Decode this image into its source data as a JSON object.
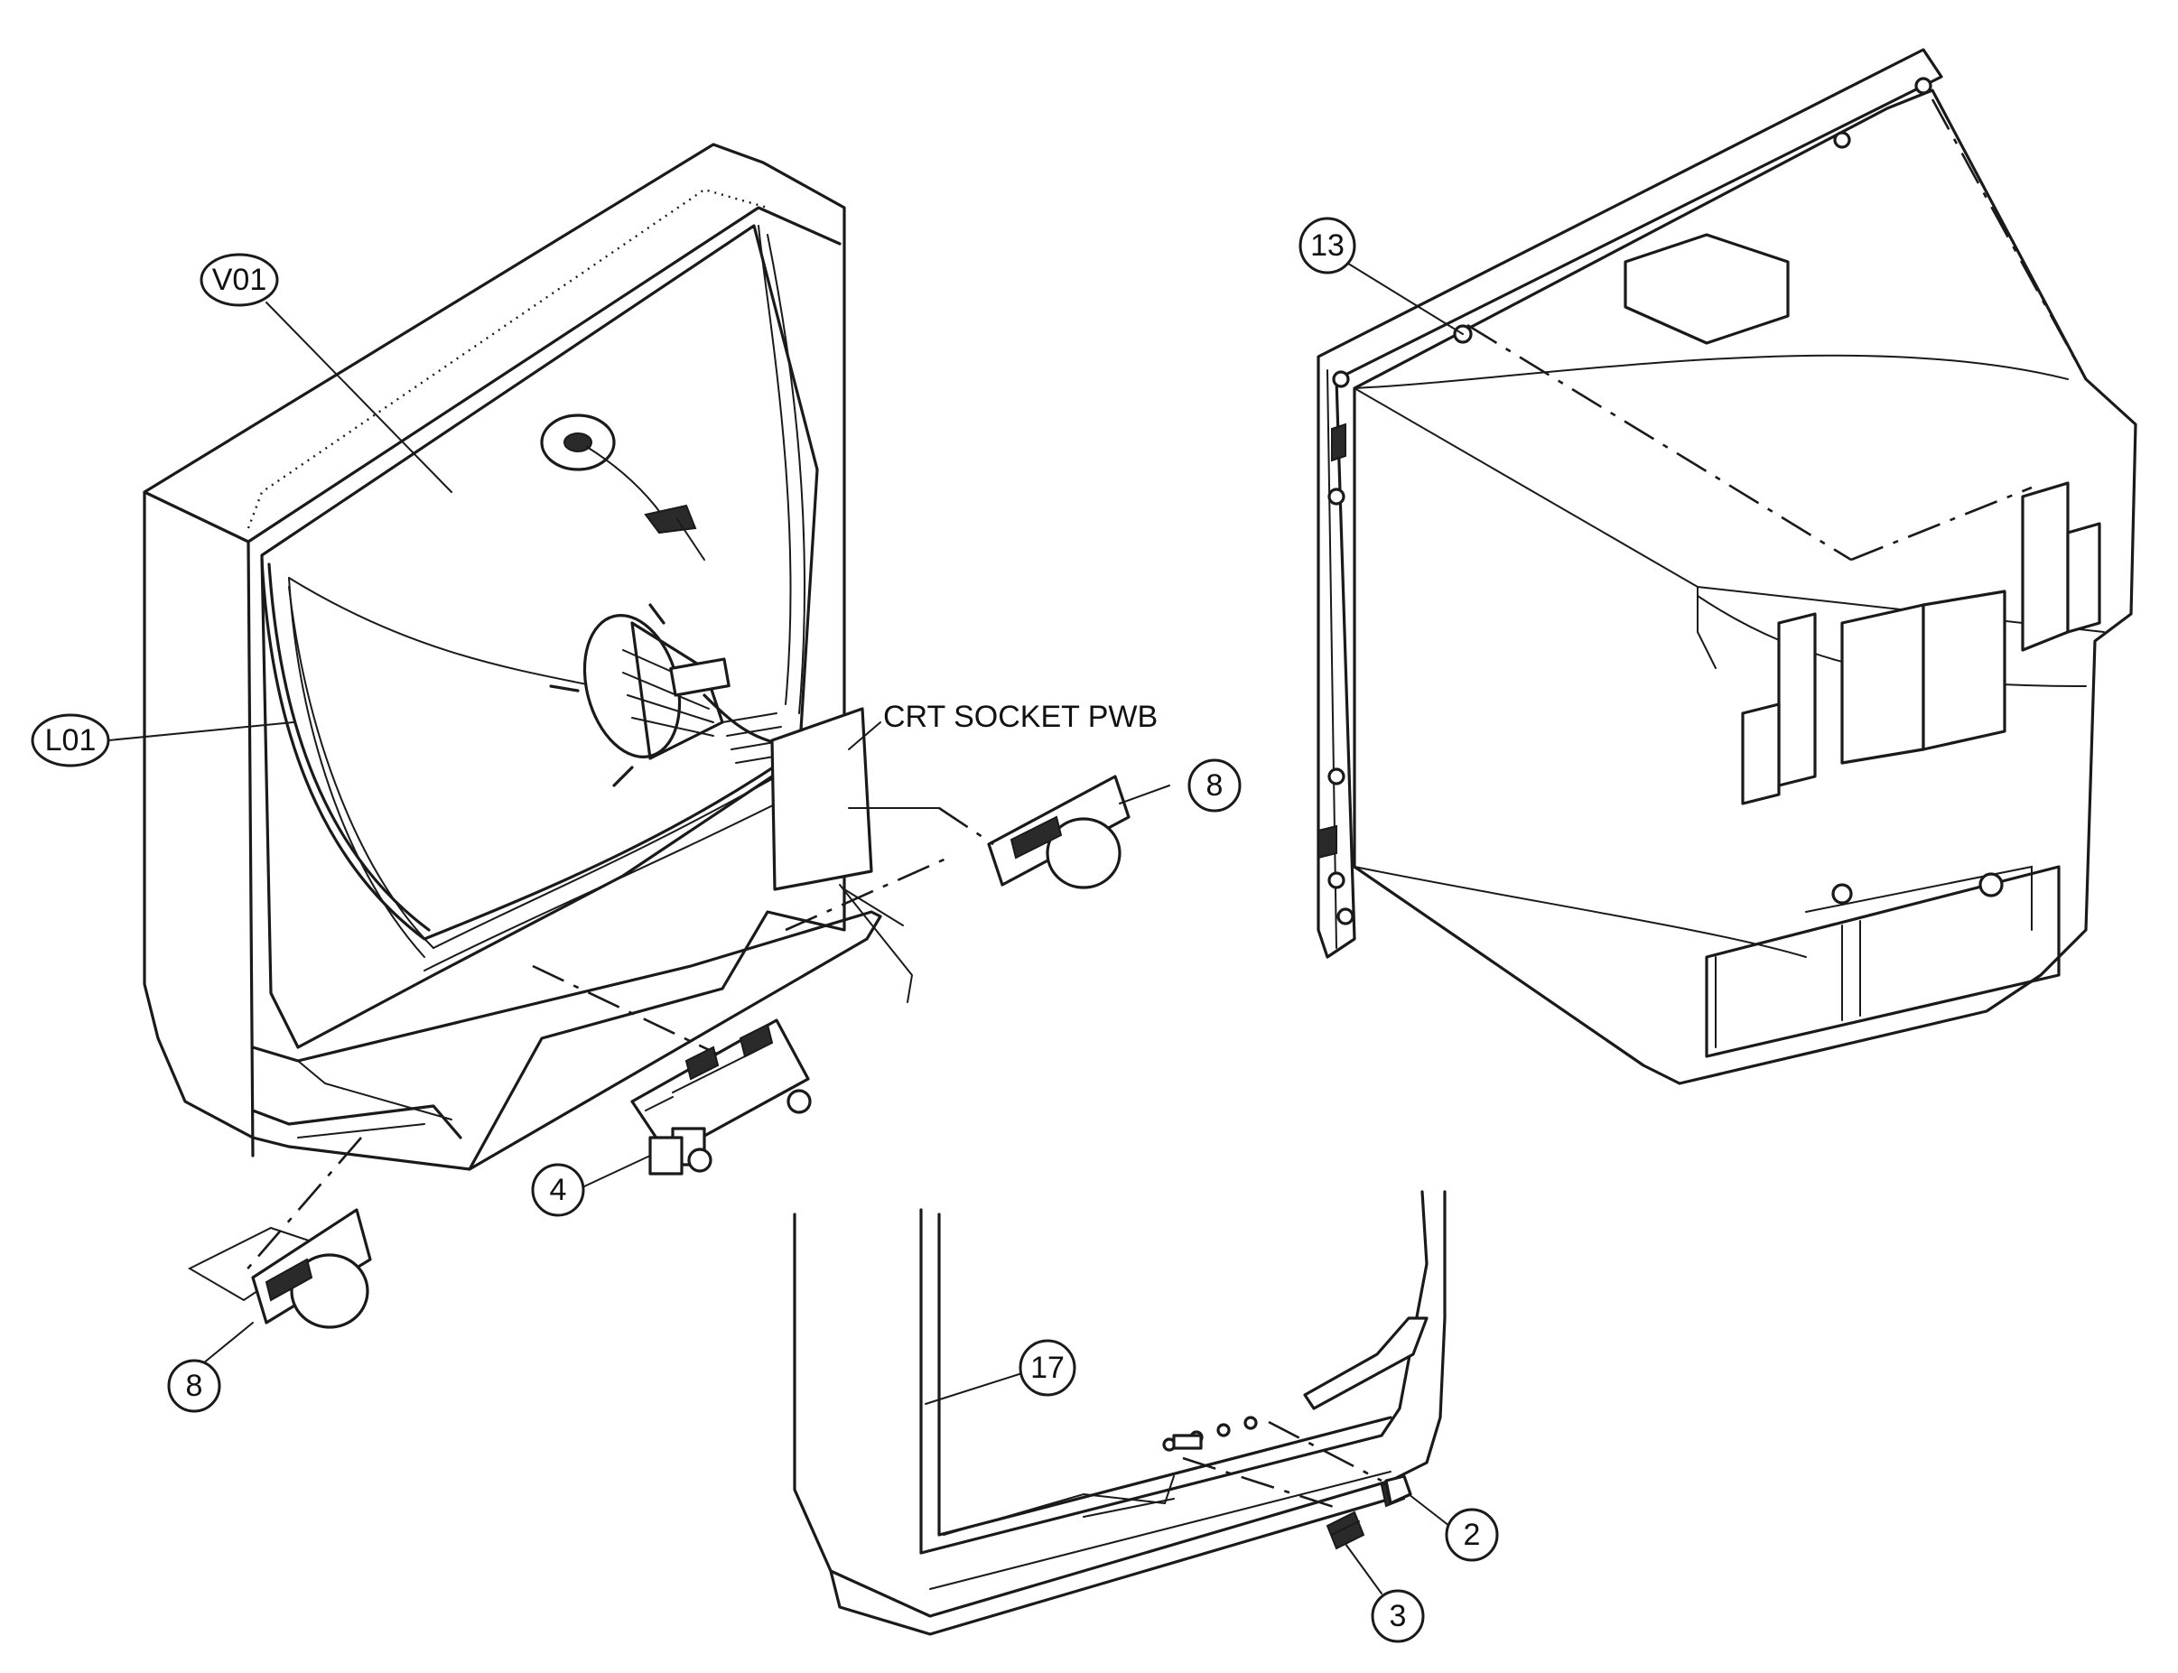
{
  "labels": {
    "v01": "V01",
    "l01": "L01",
    "crt_socket": "CRT SOCKET PWB",
    "n8_right": "8",
    "n8_left": "8",
    "n4": "4",
    "n13": "13",
    "n17": "17",
    "n2": "2",
    "n3": "3"
  }
}
